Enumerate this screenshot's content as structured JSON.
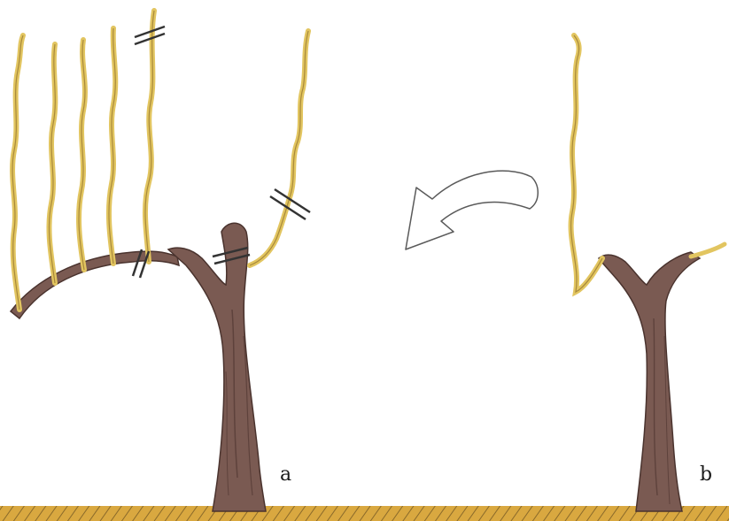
{
  "panels": [
    {
      "id": "a",
      "label": "a"
    },
    {
      "id": "b",
      "label": "b"
    }
  ],
  "colors": {
    "trunk": "#7a5a52",
    "trunk_shadow": "#5e423c",
    "cane": "#e2c560",
    "cane_edge": "#a8893a",
    "ground": "#d9a840",
    "ground_hatch": "#8a6a2a",
    "arrow_stroke": "#5a5a5a",
    "cut_mark": "#333333"
  },
  "icons": {
    "arrow": "curved-arrow-left-icon",
    "cut": "pruning-cut-mark-icon"
  }
}
